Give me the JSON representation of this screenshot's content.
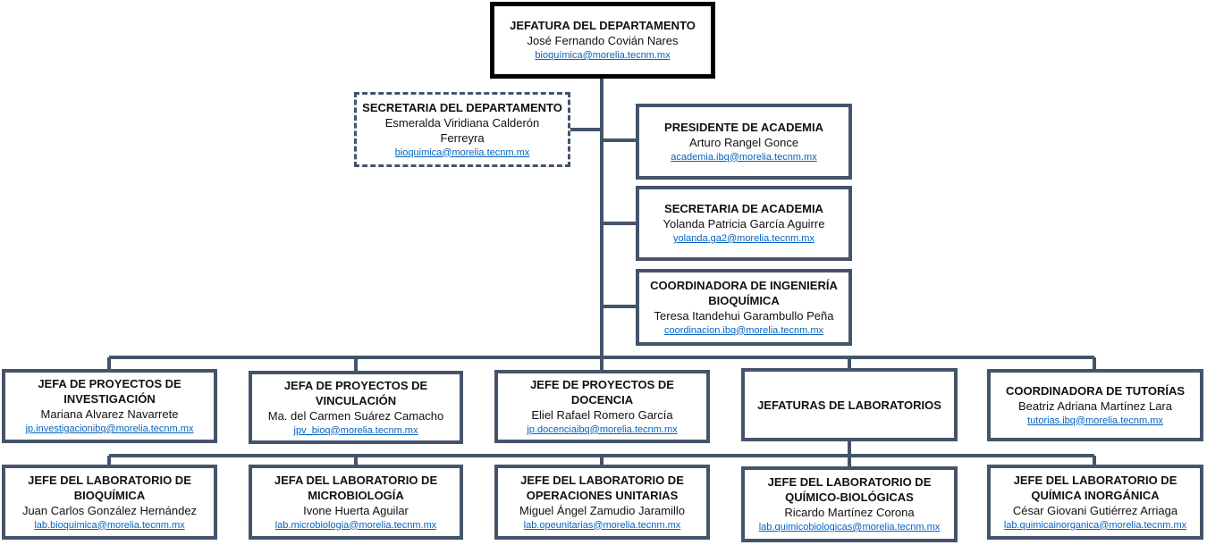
{
  "boxes": {
    "jefatura": {
      "title": "JEFATURA DEL DEPARTAMENTO",
      "name": "José Fernando Covián Nares",
      "email": "bioquímica@morelia.tecnm.mx"
    },
    "secretaria_depto": {
      "title": "SECRETARIA DEL DEPARTAMENTO",
      "name": "Esmeralda Viridiana Calderón Ferreyra",
      "email": "bioquimica@morelia.tecnm.mx"
    },
    "presidente": {
      "title": "PRESIDENTE DE ACADEMIA",
      "name": "Arturo Rangel Gonce",
      "email": "academia.ibq@morelia.tecnm.mx"
    },
    "secretaria_acad": {
      "title": "SECRETARIA DE ACADEMIA",
      "name": "Yolanda Patricia García Aguirre",
      "email": "yolanda.ga2@morelia.tecnm.mx"
    },
    "coordinadora_ibq": {
      "title": "COORDINADORA DE INGENIERÍA BIOQUÍMICA",
      "name": "Teresa Itandehui Garambullo Peña",
      "email": "coordinacion.ibq@morelia.tecnm.mx"
    },
    "investigacion": {
      "title": "JEFA DE PROYECTOS DE INVESTIGACIÓN",
      "name": "Mariana Alvarez Navarrete",
      "email": "jp.investigacionibq@morelia.tecnm.mx"
    },
    "vinculacion": {
      "title": "JEFA DE PROYECTOS DE VINCULACIÓN",
      "name": "Ma. del Carmen Suárez Camacho",
      "email": "jpv_bioq@morelia.tecnm.mx"
    },
    "docencia": {
      "title": "JEFE DE PROYECTOS DE DOCENCIA",
      "name": "Eliel Rafael Romero García",
      "email": "jp.docenciaibq@morelia.tecnm.mx"
    },
    "laboratorios": {
      "title": "JEFATURAS DE LABORATORIOS"
    },
    "tutorias": {
      "title": "COORDINADORA DE TUTORÍAS",
      "name": "Beatriz Adriana Martínez Lara",
      "email": "tutorias.ibq@morelia.tecnm.mx"
    },
    "lab_bioq": {
      "title": "JEFE DEL LABORATORIO DE BIOQUÍMICA",
      "name": "Juan Carlos González Hernández",
      "email": "lab.bioquimica@morelia.tecnm.mx"
    },
    "lab_micro": {
      "title": "JEFA DEL LABORATORIO DE MICROBIOLOGÍA",
      "name": "Ivone Huerta Aguilar",
      "email": "lab.microbiologia@morelia.tecnm.mx"
    },
    "lab_ops": {
      "title": "JEFE DEL LABORATORIO DE OPERACIONES UNITARIAS",
      "name": "Miguel Ángel Zamudio Jaramillo",
      "email": "lab.opeunitarias@morelia.tecnm.mx"
    },
    "lab_qb": {
      "title": "JEFE DEL LABORATORIO DE QUÍMICO-BIOLÓGICAS",
      "name": "Ricardo Martínez Corona",
      "email": "lab.quimicobiologicas@morelia.tecnm.mx"
    },
    "lab_qi": {
      "title": "JEFE DEL LABORATORIO DE QUÍMICA INORGÁNICA",
      "name": "César Giovani Gutiérrez Arriaga",
      "email": "lab.quimicainorganica@morelia.tecnm.mx"
    }
  }
}
